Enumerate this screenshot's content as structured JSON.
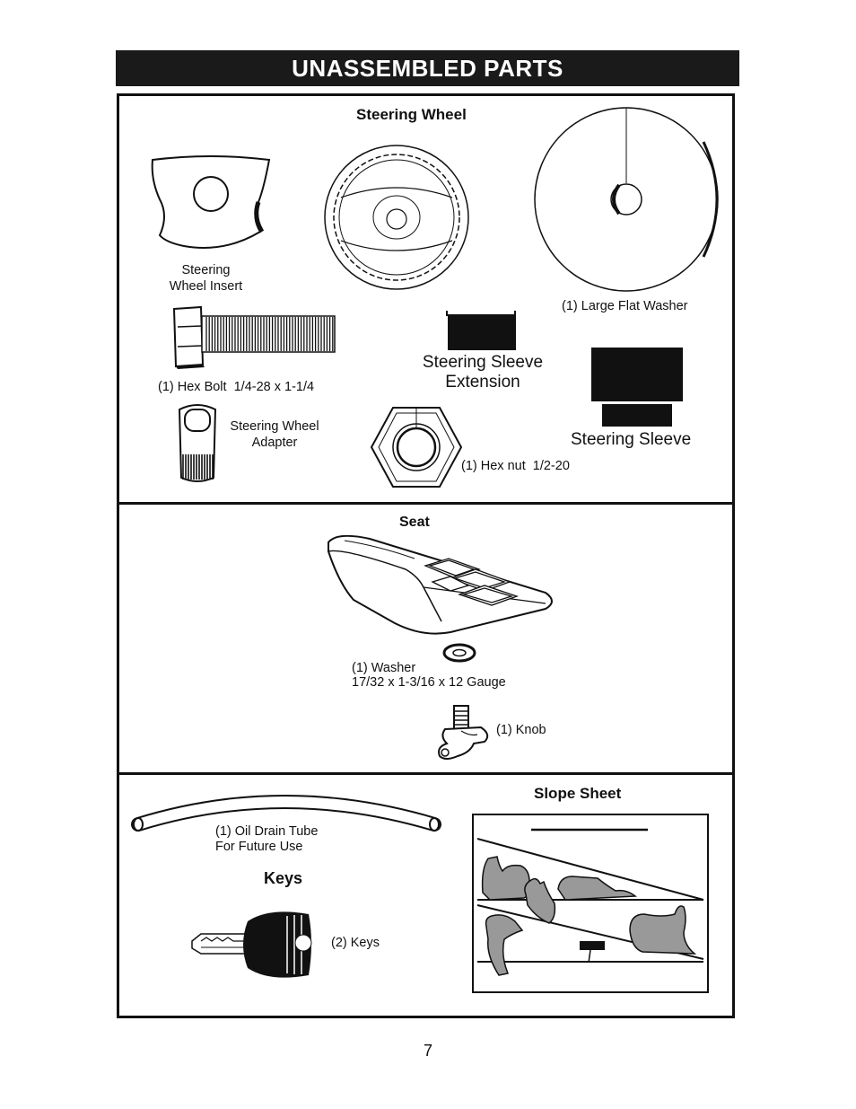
{
  "header": {
    "title": "UNASSEMBLED PARTS"
  },
  "steering_panel": {
    "heading": "Steering Wheel",
    "insert_label": "Steering\nWheel Insert",
    "washer_label": "(1) Large Flat Washer",
    "bolt_label": "(1) Hex Bolt  1/4-28 x 1-1/4",
    "sleeve_ext_label": "Steering Sleeve\nExtension",
    "adapter_label": "Steering Wheel\nAdapter",
    "hexnut_label": "(1) Hex nut  1/2-20",
    "sleeve_label": "Steering Sleeve"
  },
  "seat_panel": {
    "heading": "Seat",
    "washer_label": "(1) Washer\n17/32 x 1-3/16 x 12 Gauge",
    "knob_label": "(1) Knob"
  },
  "misc_panel": {
    "tube_label": "(1) Oil Drain Tube\nFor Future Use",
    "keys_heading": "Keys",
    "keys_label": "(2) Keys",
    "slope_heading": "Slope Sheet"
  },
  "footer": {
    "page_number": "7"
  }
}
